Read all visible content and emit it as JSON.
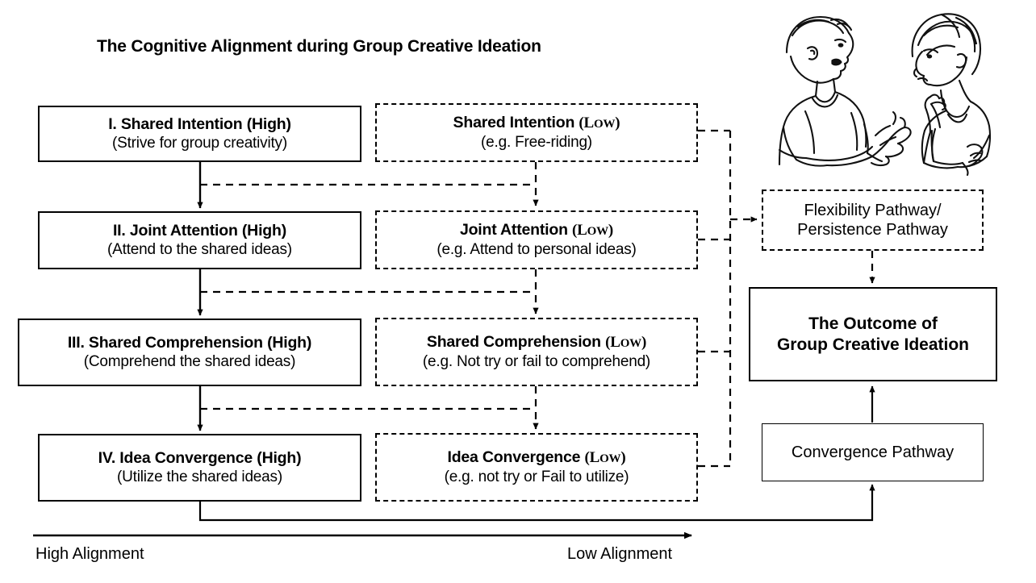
{
  "title": "The Cognitive Alignment during Group Creative Ideation",
  "illustration": {
    "name": "two-people-conversing-line-art",
    "alt": "Line drawing of two people in conversation"
  },
  "stages": [
    {
      "id": "shared-intention",
      "high": {
        "label": "I. Shared Intention (High)",
        "detail": "(Strive for group creativity)"
      },
      "low": {
        "label": "Shared Intention",
        "tag": "(Low)",
        "detail": "(e.g. Free-riding)"
      }
    },
    {
      "id": "joint-attention",
      "high": {
        "label": "II. Joint Attention (High)",
        "detail": "(Attend to the shared ideas)"
      },
      "low": {
        "label": "Joint Attention",
        "tag": "(Low)",
        "detail": "(e.g. Attend to personal ideas)"
      }
    },
    {
      "id": "shared-comprehension",
      "high": {
        "label": "III. Shared Comprehension (High)",
        "detail": "(Comprehend the shared ideas)"
      },
      "low": {
        "label": "Shared Comprehension",
        "tag": "(Low)",
        "detail": "(e.g. Not try or fail to comprehend)"
      }
    },
    {
      "id": "idea-convergence",
      "high": {
        "label": "IV. Idea Convergence (High)",
        "detail": "(Utilize the shared ideas)"
      },
      "low": {
        "label": "Idea Convergence",
        "tag": "(Low)",
        "detail": "(e.g. not try or Fail to utilize)"
      }
    }
  ],
  "pathways": {
    "flexibility": {
      "line1": "Flexibility Pathway/",
      "line2": "Persistence Pathway"
    },
    "convergence": {
      "label": "Convergence Pathway"
    }
  },
  "outcome": {
    "line1": "The Outcome of",
    "line2": "Group Creative Ideation"
  },
  "axis": {
    "left_label": "High Alignment",
    "right_label": "Low Alignment"
  },
  "colors": {
    "stroke": "#000000",
    "background": "#ffffff"
  }
}
